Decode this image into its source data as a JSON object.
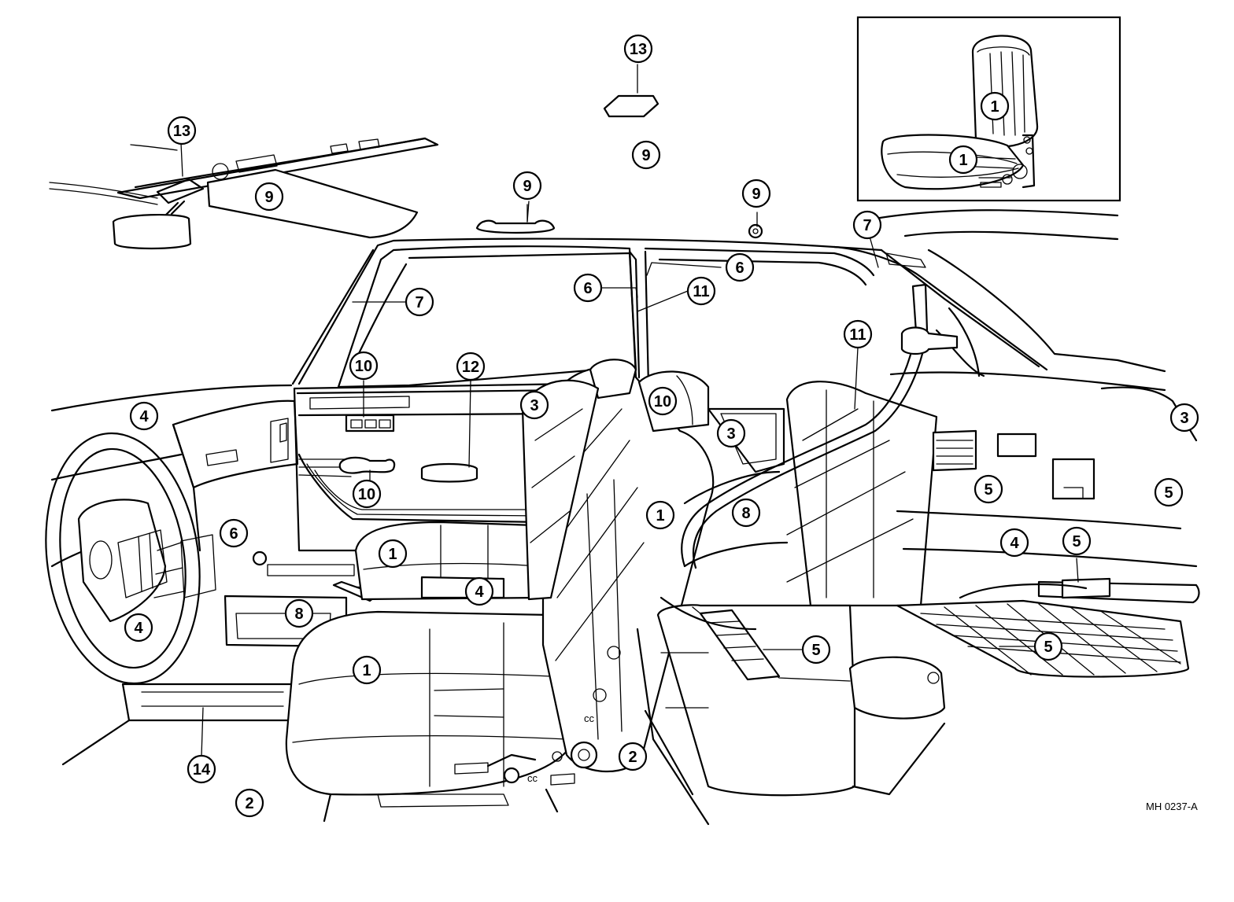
{
  "diagram": {
    "drawing_code": "MH 0237-A",
    "callouts": [
      {
        "label": "13"
      },
      {
        "label": "13"
      },
      {
        "label": "9"
      },
      {
        "label": "9"
      },
      {
        "label": "9"
      },
      {
        "label": "9"
      },
      {
        "label": "1"
      },
      {
        "label": "1"
      },
      {
        "label": "7"
      },
      {
        "label": "7"
      },
      {
        "label": "6"
      },
      {
        "label": "6"
      },
      {
        "label": "6"
      },
      {
        "label": "11"
      },
      {
        "label": "11"
      },
      {
        "label": "10"
      },
      {
        "label": "10"
      },
      {
        "label": "10"
      },
      {
        "label": "12"
      },
      {
        "label": "3"
      },
      {
        "label": "3"
      },
      {
        "label": "3"
      },
      {
        "label": "4"
      },
      {
        "label": "4"
      },
      {
        "label": "4"
      },
      {
        "label": "4"
      },
      {
        "label": "8"
      },
      {
        "label": "8"
      },
      {
        "label": "1"
      },
      {
        "label": "1"
      },
      {
        "label": "1"
      },
      {
        "label": "5"
      },
      {
        "label": "5"
      },
      {
        "label": "5"
      },
      {
        "label": "5"
      },
      {
        "label": "5"
      },
      {
        "label": "2"
      },
      {
        "label": "2"
      },
      {
        "label": "14"
      }
    ]
  }
}
